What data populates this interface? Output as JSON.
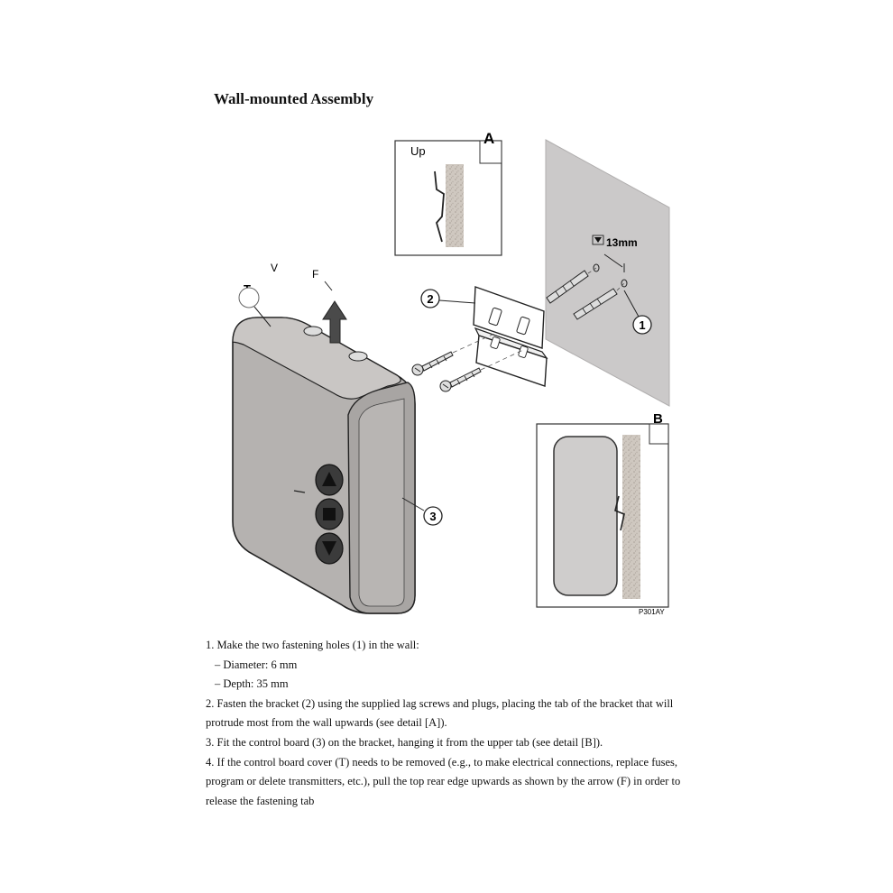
{
  "doc": {
    "title": "Wall-mounted Assembly",
    "figure": {
      "detail_a_letter": "A",
      "detail_a_up": "Up",
      "detail_b_letter": "B",
      "measurement": "13mm",
      "callout_1": "1",
      "callout_2": "2",
      "callout_3": "3",
      "label_t": "T",
      "label_v": "V",
      "label_f": "F",
      "figure_code": "P301AY"
    },
    "steps": [
      {
        "text": "1.  Make the two fastening holes (1) in the wall:"
      },
      {
        "text": "–  Diameter: 6 mm"
      },
      {
        "text": "–  Depth: 35 mm"
      },
      {
        "text": "2.  Fasten the bracket (2) using the supplied lag screws and plugs, placing the tab of the bracket that will protrude most from the wall upwards (see detail [A])."
      },
      {
        "text": "3.  Fit the control board (3) on the bracket, hanging it from the upper tab (see detail [B])."
      },
      {
        "text": "4.  If the control board cover (T) needs to be removed (e.g., to make electrical connections, replace fuses, program or delete transmitters, etc.), pull the top rear edge upwards as shown by the arrow (F) in order to release the fastening tab"
      }
    ]
  }
}
